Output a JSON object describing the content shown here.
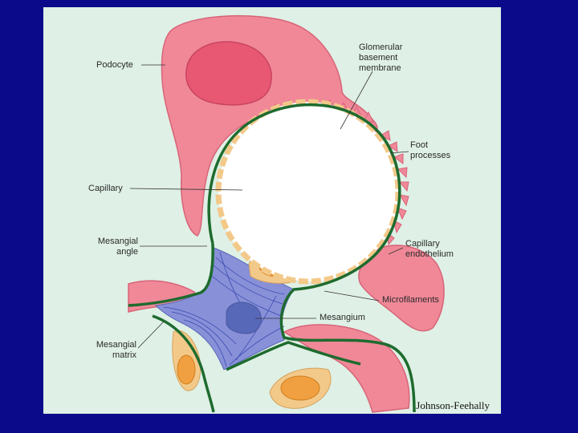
{
  "labels": {
    "podocyte": "Podocyte",
    "glomerular_basement_membrane": "Glomerular\nbasement\nmembrane",
    "foot_processes": "Foot\nprocesses",
    "capillary": "Capillary",
    "mesangial_angle": "Mesangial\nangle",
    "capillary_endothelium": "Capillary\nendothelium",
    "microfilaments": "Microfilaments",
    "mesangium": "Mesangium",
    "mesangial_matrix": "Mesangial\nmatrix"
  },
  "credit": "Johnson-Feehally",
  "colors": {
    "background": "#0a0a8a",
    "panel": "#dff0e6",
    "podocyte": "#f08898",
    "podocyte_nucleus": "#e85872",
    "basement_membrane": "#1e6b2e",
    "endothelium": "#f3c98a",
    "endothelial_nucleus": "#f0a040",
    "mesangium": "#8890d8",
    "mesangial_nucleus": "#5868b8",
    "microfilaments": "#3a4cb0"
  }
}
